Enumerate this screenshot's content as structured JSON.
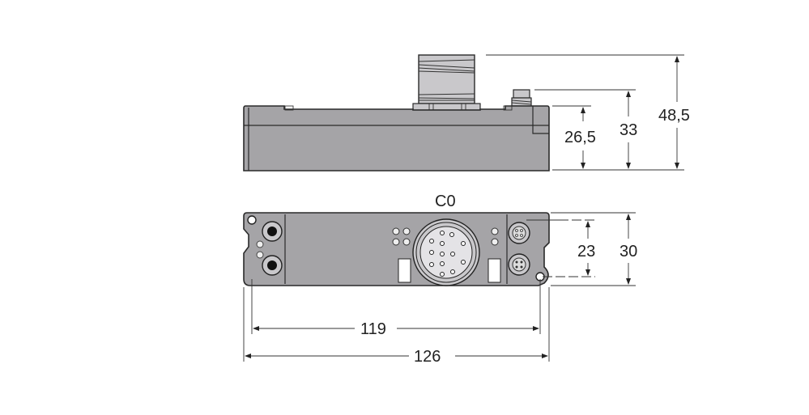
{
  "side_view": {
    "dimensions": {
      "total_height": "48,5",
      "small_connector_height": "33",
      "body_height": "26,5"
    }
  },
  "front_view": {
    "connector_label": "C0",
    "dimensions": {
      "height": "30",
      "hole_spacing_vertical": "23",
      "hole_spacing_horizontal": "119",
      "width": "126"
    }
  }
}
